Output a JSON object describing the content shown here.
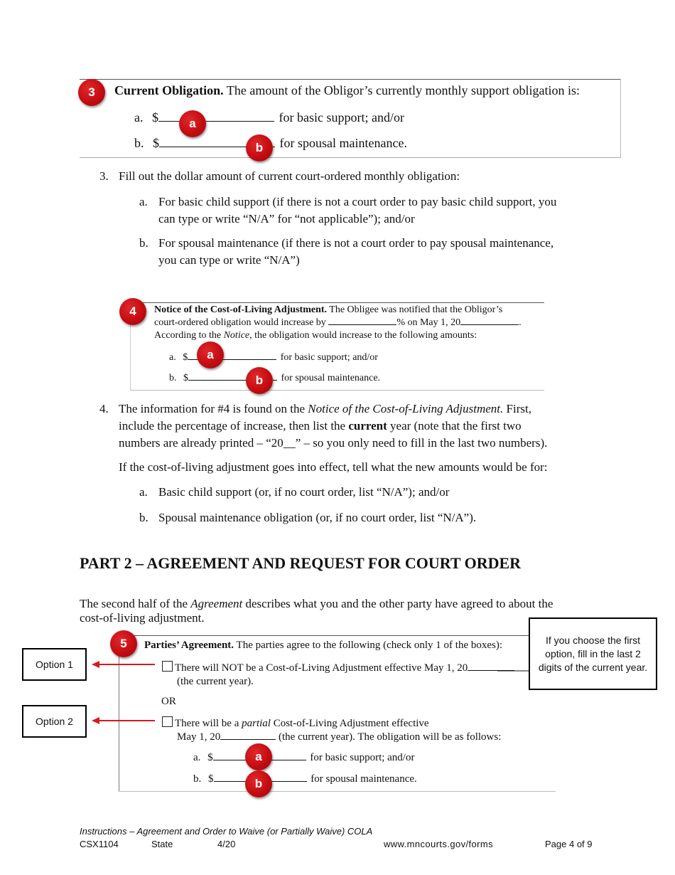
{
  "section3_image": {
    "badge": "3",
    "heading": "Current Obligation.",
    "text": "The amount of the Obligor’s currently monthly support obligation is:",
    "line_a_prefix": "a.",
    "line_a_dollar": "$",
    "line_a_text": "for basic support; and/or",
    "line_b_prefix": "b.",
    "line_b_dollar": "$",
    "line_b_text": "for spousal maintenance.",
    "badge_a": "a",
    "badge_b": "b"
  },
  "step3": {
    "number": "3.",
    "text": "Fill out the dollar amount of current court-ordered monthly obligation:",
    "items": [
      {
        "letter": "a.",
        "line1": "For basic child support (if there is not a court order to pay basic child support, you",
        "line2": "can type or write “N/A” for “not applicable”); and/or"
      },
      {
        "letter": "b.",
        "line1": "For spousal maintenance (if there is not a court order to pay spousal maintenance,",
        "line2": "you can type or write “N/A”)"
      }
    ]
  },
  "section4_image": {
    "badge": "4",
    "heading": "Notice of the Cost-of-Living Adjustment.",
    "text1": "The Obligee was notified that the Obligor’s",
    "text2a": "court-ordered obligation would increase by",
    "text2b": "% on May 1, 20",
    "text3a": "According to the",
    "text3_italic": "Notice",
    "text3b": ", the obligation would increase to the following amounts:",
    "line_a_prefix": "a.",
    "line_a_dollar": "$",
    "line_a_text": "for basic support; and/or",
    "line_b_prefix": "b.",
    "line_b_dollar": "$",
    "line_b_text": "for spousal maintenance.",
    "badge_a": "a",
    "badge_b": "b"
  },
  "step4": {
    "number": "4.",
    "line1a": "The information for #4 is found on the",
    "line1_italic": "Notice of the Cost-of-Living Adjustment.",
    "line1b": "First,",
    "line2a": "include the percentage of increase, then list the",
    "line2_bold": "current",
    "line2b": "year (note that the first two",
    "line3": "numbers are already printed – “20__” – so you only need to fill in the last two numbers).",
    "line4": "If the cost-of-living adjustment goes into effect, tell what the new amounts would be for:",
    "items": [
      {
        "letter": "a.",
        "text": "Basic child support (or, if no court order, list “N/A”); and/or"
      },
      {
        "letter": "b.",
        "text": "Spousal maintenance obligation (or, if no court order, list “N/A”)."
      }
    ]
  },
  "part2": {
    "heading": "PART 2 – AGREEMENT AND REQUEST FOR COURT ORDER",
    "intro1a": "The second half of the",
    "intro1_italic": "Agreement",
    "intro1b": "describes what you and the other party have agreed to about the",
    "intro2": "cost-of-living adjustment."
  },
  "section5_image": {
    "badge": "5",
    "heading": "Parties’ Agreement.",
    "text": "The parties agree to the following (check only 1 of the boxes):",
    "opt1_line1": "There will NOT be a Cost-of-Living Adjustment effective May 1, 20",
    "opt1_line2": "(the current year).",
    "or": "OR",
    "opt2_line1a": "There will be a",
    "opt2_line1_italic": "partial",
    "opt2_line1b": "Cost-of-Living Adjustment effective",
    "opt2_line2a": "May 1, 20",
    "opt2_line2b": "(the current year).  The obligation will be as follows:",
    "line_a_prefix": "a.",
    "line_a_dollar": "$",
    "line_a_text": "for basic support; and/or",
    "line_b_prefix": "b.",
    "line_b_dollar": "$",
    "line_b_text": "for spousal maintenance.",
    "badge_a": "a",
    "badge_b": "b"
  },
  "callouts": {
    "option1": "Option 1",
    "option2": "Option 2",
    "note": "If you choose the first option, fill in the last 2 digits of the current year."
  },
  "footer": {
    "title": "Instructions – Agreement and Order to Waive (or Partially Waive) COLA",
    "form_id": "CSX1104",
    "state": "State",
    "date": "4/20",
    "url": "www.mncourts.gov/forms",
    "page": "Page 4 of 9"
  },
  "colors": {
    "badge_red": "#c40c12",
    "arrow_red": "#d7191c"
  }
}
